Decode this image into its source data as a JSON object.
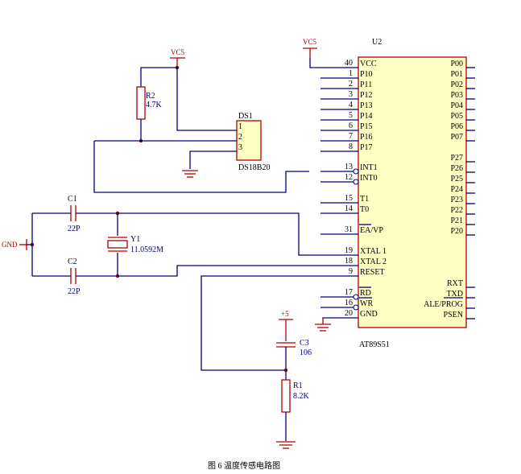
{
  "u2": {
    "ref": "U2",
    "part": "AT89S51",
    "left_pins": [
      {
        "num": "40",
        "name": "VCC"
      },
      {
        "num": "1",
        "name": "P10"
      },
      {
        "num": "2",
        "name": "P11"
      },
      {
        "num": "3",
        "name": "P12"
      },
      {
        "num": "4",
        "name": "P13"
      },
      {
        "num": "5",
        "name": "P14"
      },
      {
        "num": "6",
        "name": "P15"
      },
      {
        "num": "7",
        "name": "P16"
      },
      {
        "num": "8",
        "name": "P17"
      },
      {
        "num": "13",
        "name": "INT1"
      },
      {
        "num": "12",
        "name": "INT0"
      },
      {
        "num": "15",
        "name": "T1"
      },
      {
        "num": "14",
        "name": "T0"
      },
      {
        "num": "31",
        "name": "EA/VP"
      },
      {
        "num": "19",
        "name": "XTAL 1"
      },
      {
        "num": "18",
        "name": "XTAL 2"
      },
      {
        "num": "9",
        "name": "RESET"
      },
      {
        "num": "17",
        "name": "RD"
      },
      {
        "num": "16",
        "name": "WR"
      },
      {
        "num": "20",
        "name": "GND"
      }
    ],
    "right_pins": [
      "P00",
      "P01",
      "P02",
      "P03",
      "P04",
      "P05",
      "P06",
      "P07",
      "P27",
      "P26",
      "P25",
      "P24",
      "P23",
      "P22",
      "P21",
      "P20",
      "RXT",
      "TXD",
      "ALE/PROG",
      "PSEN"
    ]
  },
  "ds1": {
    "ref": "DS1",
    "part": "DS18B20",
    "pins": [
      "1",
      "2",
      "3"
    ]
  },
  "r2": {
    "ref": "R2",
    "value": "4.7K"
  },
  "r1": {
    "ref": "R1",
    "value": "8.2K"
  },
  "c1": {
    "ref": "C1",
    "value": "22P"
  },
  "c2": {
    "ref": "C2",
    "value": "22P"
  },
  "c3": {
    "ref": "C3",
    "value": "106"
  },
  "y1": {
    "ref": "Y1",
    "value": "11.0592M"
  },
  "power": {
    "vc5_a": "VC5",
    "vc5_b": "VC5",
    "plus5": "+5",
    "gnd": "GND"
  },
  "caption": "图 6    温度传感电路图"
}
